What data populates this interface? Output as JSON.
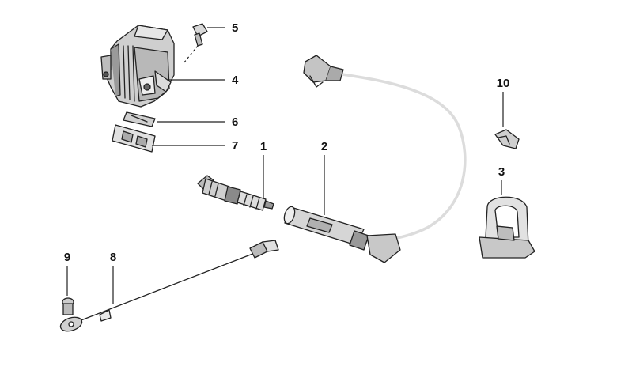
{
  "diagram": {
    "callouts": [
      {
        "id": "1",
        "label": "1",
        "part": "spark-plug"
      },
      {
        "id": "2",
        "label": "2",
        "part": "ignition-lead"
      },
      {
        "id": "3",
        "label": "3",
        "part": "holder-clip"
      },
      {
        "id": "4",
        "label": "4",
        "part": "ignition-coil"
      },
      {
        "id": "5",
        "label": "5",
        "part": "screw"
      },
      {
        "id": "6",
        "label": "6",
        "part": "gasket-strip"
      },
      {
        "id": "7",
        "label": "7",
        "part": "plate"
      },
      {
        "id": "8",
        "label": "8",
        "part": "ground-cable"
      },
      {
        "id": "9",
        "label": "9",
        "part": "bolt"
      },
      {
        "id": "10",
        "label": "10",
        "part": "small-clip"
      }
    ]
  }
}
